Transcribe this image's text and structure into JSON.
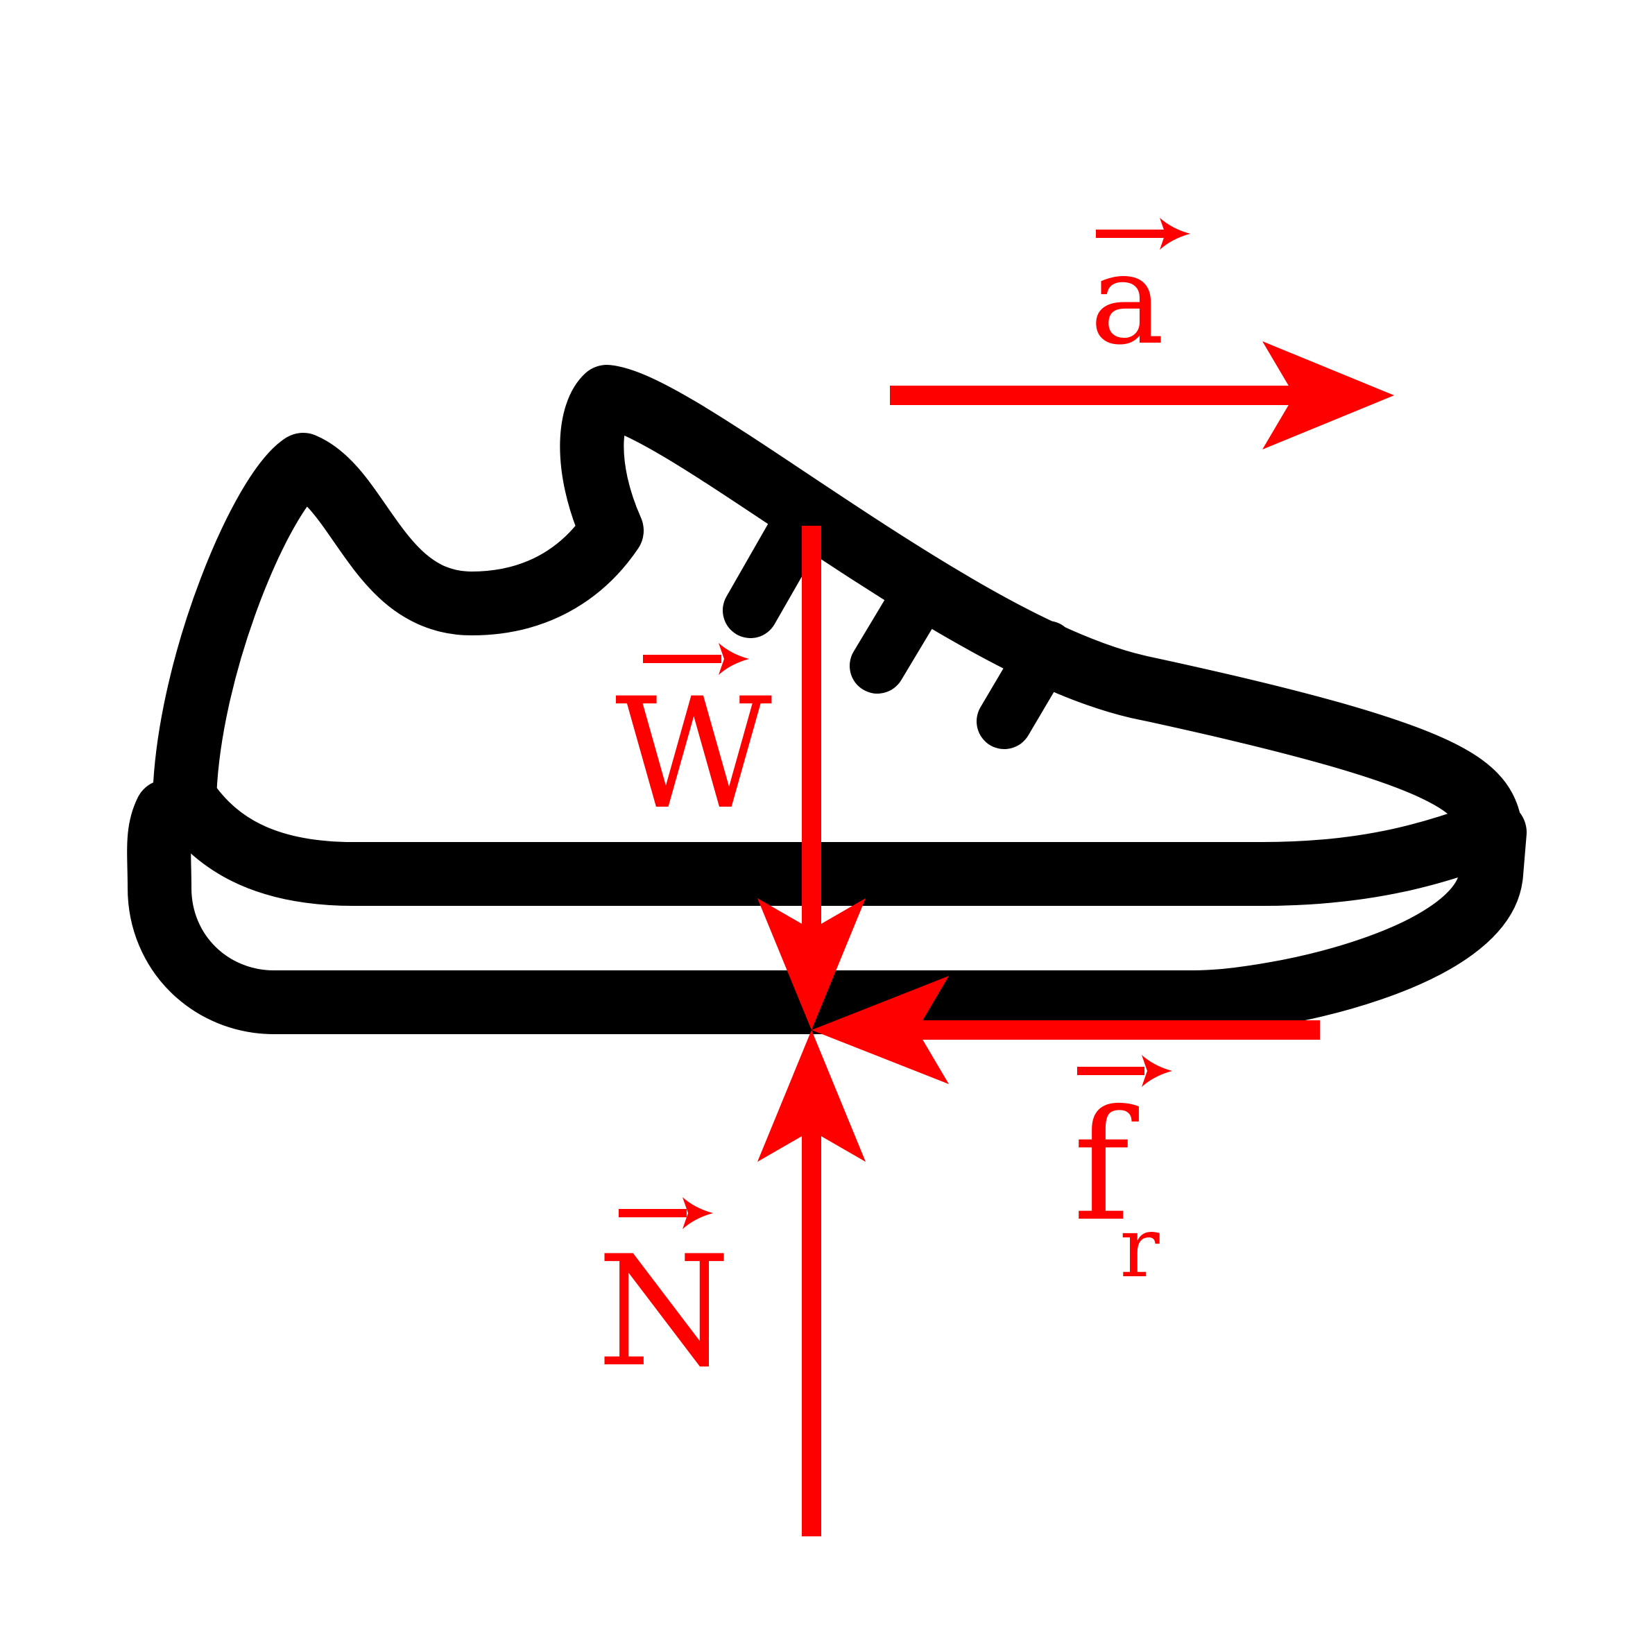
{
  "colors": {
    "force": "#ff0000",
    "shoe": "#000000",
    "background": "#ffffff"
  },
  "icons": {
    "shoe": "sneaker-icon"
  },
  "labels": {
    "acceleration": "a",
    "weight": "W",
    "normal": "N",
    "friction": "f",
    "friction_subscript": "r"
  }
}
